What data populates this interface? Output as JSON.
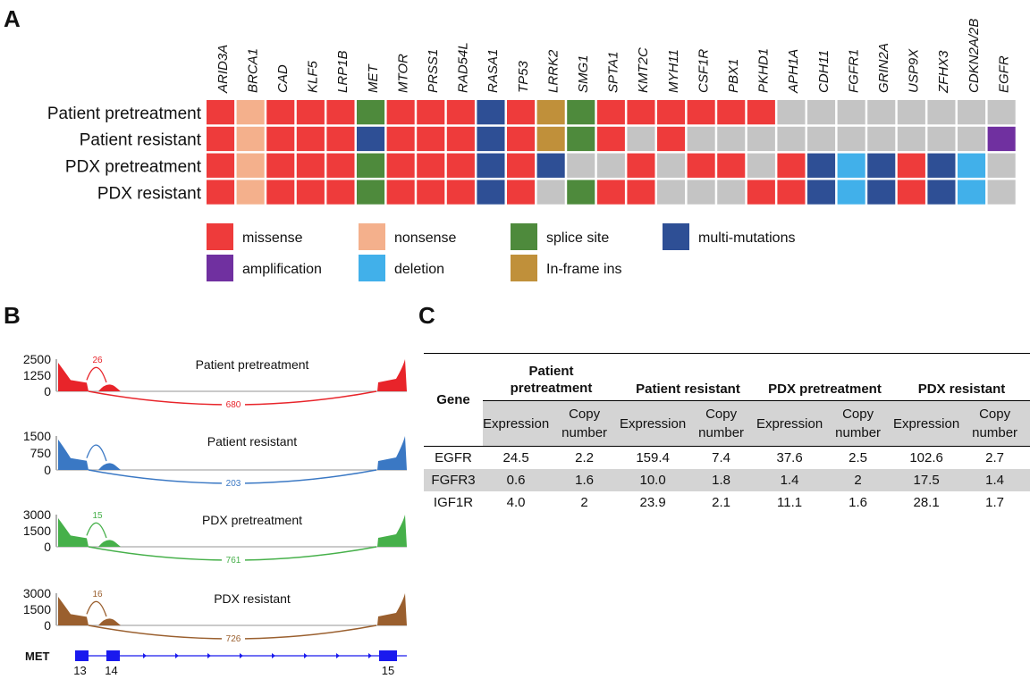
{
  "panel_letters": {
    "a": "A",
    "b": "B",
    "c": "C"
  },
  "chart_data": [
    {
      "type": "heatmap",
      "panel": "A",
      "genes": [
        "ARID3A",
        "BRCA1",
        "CAD",
        "KLF5",
        "LRP1B",
        "MET",
        "MTOR",
        "PRSS1",
        "RAD54L",
        "RASA1",
        "TP53",
        "LRRK2",
        "SMG1",
        "SPTA1",
        "KMT2C",
        "MYH11",
        "CSF1R",
        "PBX1",
        "PKHD1",
        "APH1A",
        "CDH11",
        "FGFR1",
        "GRIN2A",
        "USP9X",
        "ZFHX3",
        "CDKN2A/2B",
        "EGFR"
      ],
      "samples": [
        "Patient pretreatment",
        "Patient resistant",
        "PDX pretreatment",
        "PDX resistant"
      ],
      "matrix": [
        [
          "missense",
          "nonsense",
          "missense",
          "missense",
          "missense",
          "splice",
          "missense",
          "missense",
          "missense",
          "multi",
          "missense",
          "inframe",
          "splice",
          "missense",
          "missense",
          "missense",
          "missense",
          "missense",
          "missense",
          "none",
          "none",
          "none",
          "none",
          "none",
          "none",
          "none",
          "none"
        ],
        [
          "missense",
          "nonsense",
          "missense",
          "missense",
          "missense",
          "multi",
          "missense",
          "missense",
          "missense",
          "multi",
          "missense",
          "inframe",
          "splice",
          "missense",
          "none",
          "missense",
          "none",
          "none",
          "none",
          "none",
          "none",
          "none",
          "none",
          "none",
          "none",
          "none",
          "amplification"
        ],
        [
          "missense",
          "nonsense",
          "missense",
          "missense",
          "missense",
          "splice",
          "missense",
          "missense",
          "missense",
          "multi",
          "missense",
          "multi",
          "none",
          "none",
          "missense",
          "none",
          "missense",
          "missense",
          "none",
          "missense",
          "multi",
          "deletion",
          "multi",
          "missense",
          "multi",
          "deletion",
          "none"
        ],
        [
          "missense",
          "nonsense",
          "missense",
          "missense",
          "missense",
          "splice",
          "missense",
          "missense",
          "missense",
          "multi",
          "missense",
          "none",
          "splice",
          "missense",
          "missense",
          "none",
          "none",
          "none",
          "missense",
          "missense",
          "multi",
          "deletion",
          "multi",
          "missense",
          "multi",
          "deletion",
          "none"
        ]
      ],
      "categories": {
        "missense": {
          "label": "missense",
          "color": "#ee3b3b"
        },
        "nonsense": {
          "label": "nonsense",
          "color": "#f4b08c"
        },
        "splice": {
          "label": "splice site",
          "color": "#4e8a3c"
        },
        "multi": {
          "label": "multi-mutations",
          "color": "#2e4f95"
        },
        "amplification": {
          "label": "amplification",
          "color": "#7030a0"
        },
        "deletion": {
          "label": "deletion",
          "color": "#41b0ea"
        },
        "inframe": {
          "label": "In-frame ins",
          "color": "#c0903a"
        },
        "none": {
          "label": "",
          "color": "#c4c4c4"
        }
      },
      "legend_order": [
        [
          "missense",
          "nonsense",
          "splice",
          "multi"
        ],
        [
          "amplification",
          "deletion",
          "inframe"
        ]
      ]
    },
    {
      "type": "area",
      "panel": "B",
      "tracks": [
        {
          "title": "Patient pretreatment",
          "yticks": [
            "2500",
            "1250",
            "0"
          ],
          "ymax": 2500,
          "junction_13_14": "26",
          "junction_13_15": "680",
          "color": "#e8242a"
        },
        {
          "title": "Patient resistant",
          "yticks": [
            "1500",
            "750",
            "0"
          ],
          "ymax": 1500,
          "junction_13_14": "",
          "junction_13_15": "203",
          "color": "#3a78c4"
        },
        {
          "title": "PDX pretreatment",
          "yticks": [
            "3000",
            "1500",
            "0"
          ],
          "ymax": 3000,
          "junction_13_14": "15",
          "junction_13_15": "761",
          "color": "#46b04a"
        },
        {
          "title": "PDX resistant",
          "yticks": [
            "3000",
            "1500",
            "0"
          ],
          "ymax": 3000,
          "junction_13_14": "16",
          "junction_13_15": "726",
          "color": "#9a5f2e"
        }
      ],
      "gene": {
        "name": "MET",
        "exons": [
          "13",
          "14",
          "15"
        ],
        "color": "#1a1aee"
      }
    },
    {
      "type": "table",
      "panel": "C",
      "gene_header": "Gene",
      "groups": [
        "Patient pretreatment",
        "Patient resistant",
        "PDX pretreatment",
        "PDX resistant"
      ],
      "sub_headers": [
        "Expression",
        "Copy number"
      ],
      "rows": [
        {
          "gene": "EGFR",
          "values": [
            "24.5",
            "2.2",
            "159.4",
            "7.4",
            "37.6",
            "2.5",
            "102.6",
            "2.7"
          ]
        },
        {
          "gene": "FGFR3",
          "values": [
            "0.6",
            "1.6",
            "10.0",
            "1.8",
            "1.4",
            "2",
            "17.5",
            "1.4"
          ]
        },
        {
          "gene": "IGF1R",
          "values": [
            "4.0",
            "2",
            "23.9",
            "2.1",
            "11.1",
            "1.6",
            "28.1",
            "1.7"
          ]
        }
      ]
    }
  ]
}
